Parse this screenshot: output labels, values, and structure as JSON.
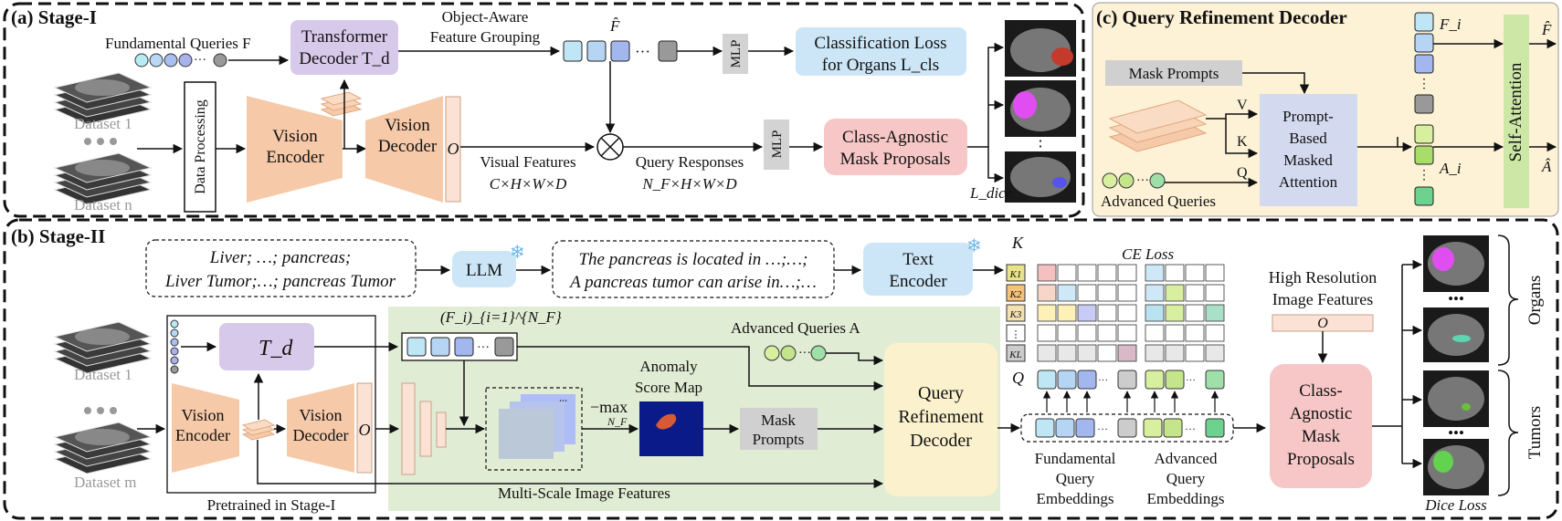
{
  "stage1": {
    "title": "(a) Stage-I",
    "fundamental_queries": "Fundamental Queries F",
    "transformer_decoder": [
      "Transformer",
      "Decoder T_d"
    ],
    "object_aware": [
      "Object-Aware",
      "Feature Grouping"
    ],
    "f_hat": "F̂",
    "mlp": "MLP",
    "classification_loss": [
      "Classification Loss",
      "for Organs L_cls"
    ],
    "dataset_1": "Dataset 1",
    "dataset_n": "Dataset n",
    "data_processing": "Data Processing",
    "vision_encoder": [
      "Vision",
      "Encoder"
    ],
    "vision_decoder": [
      "Vision",
      "Decoder"
    ],
    "o_label": "O",
    "visual_features": [
      "Visual Features",
      "C×H×W×D"
    ],
    "query_responses": [
      "Query Responses",
      "N_F×H×W×D"
    ],
    "mask_proposals": [
      "Class-Agnostic",
      "Mask Proposals"
    ],
    "dice_loss": "L_dice",
    "ellipsis": "⋮"
  },
  "stage2": {
    "title": "(b) Stage-II",
    "classes_text": [
      "Liver; …; pancreas;",
      "Liver Tumor;…; pancreas Tumor"
    ],
    "llm": "LLM",
    "description_text": [
      "The pancreas is located in …;…;",
      "A pancreas tumor can arise in…;…"
    ],
    "text_encoder": [
      "Text",
      "Encoder"
    ],
    "k_label": "K",
    "ce_loss": "CE Loss",
    "k_rows": [
      "K1",
      "K2",
      "K3",
      "⋮",
      "KL"
    ],
    "q_label": "Q",
    "dataset_1": "Dataset 1",
    "dataset_m": "Dataset m",
    "td_label": "T_d",
    "vision_encoder": [
      "Vision",
      "Encoder"
    ],
    "vision_decoder": [
      "Vision",
      "Decoder"
    ],
    "o_label": "O",
    "pretrained": "Pretrained in Stage-I",
    "fi_label": "(F_i)_{i=1}^{N_F}",
    "advanced_queries": "Advanced Queries A",
    "anomaly": [
      "Anomaly",
      "Score Map"
    ],
    "max_label": "−max",
    "max_sub": "N_F",
    "mask_prompts": [
      "Mask",
      "Prompts"
    ],
    "multiscale": "Multi-Scale Image Features",
    "qrd": [
      "Query",
      "Refinement",
      "Decoder"
    ],
    "fund_embed": [
      "Fundamental",
      "Query",
      "Embeddings"
    ],
    "adv_embed": [
      "Advanced",
      "Query",
      "Embeddings"
    ],
    "high_res": [
      "High Resolution",
      "Image Features"
    ],
    "cam_proposals": [
      "Class-",
      "Agnostic",
      "Mask",
      "Proposals"
    ],
    "organs": "Organs",
    "tumors": "Tumors",
    "dice_loss": "Dice Loss"
  },
  "stage3": {
    "title": "(c) Query Refinement Decoder",
    "mask_prompts": "Mask Prompts",
    "v": "V",
    "k": "K",
    "q": "Q",
    "pbma": [
      "Prompt-",
      "Based",
      "Masked",
      "Attention"
    ],
    "advanced_queries": "Advanced Queries",
    "fi": "F_i",
    "ai": "A_i",
    "self_attention": "Self-Attention",
    "f_hat": "F̂",
    "a_hat": "Â"
  }
}
